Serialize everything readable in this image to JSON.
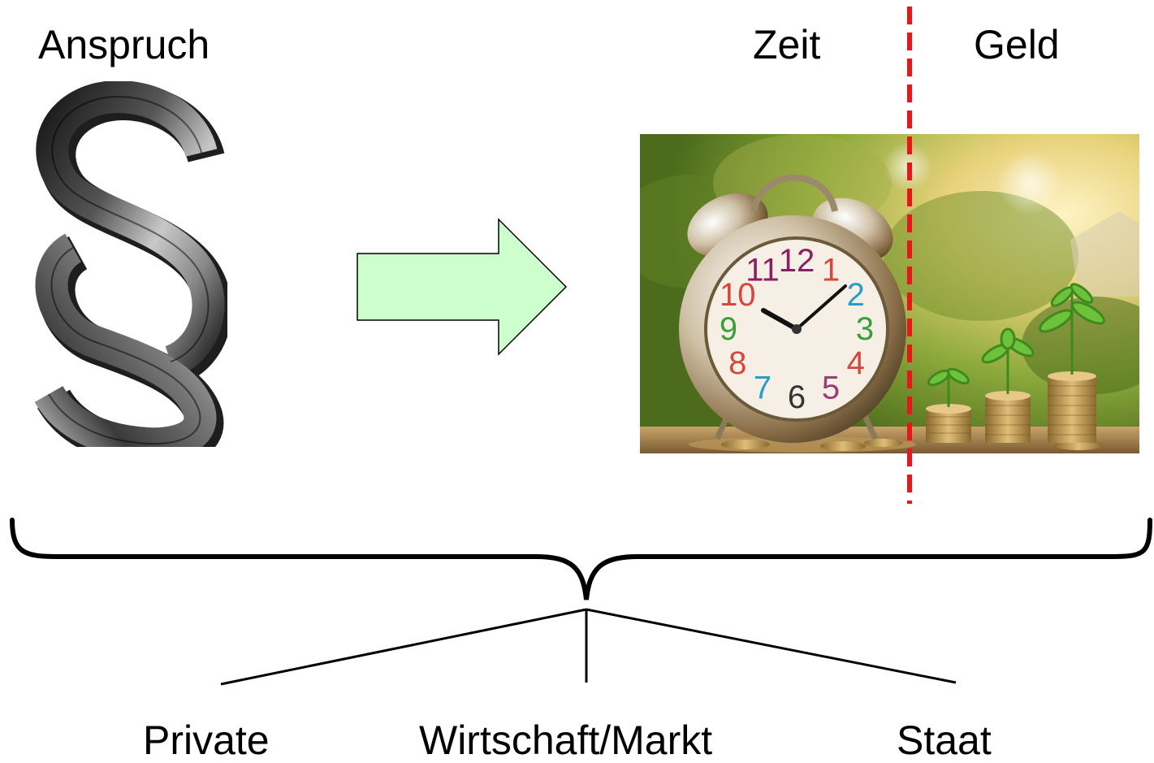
{
  "labels": {
    "anspruch": "Anspruch",
    "zeit": "Zeit",
    "geld": "Geld",
    "private": "Private",
    "wirtschaft": "Wirtschaft/Markt",
    "staat": "Staat"
  },
  "symbol": {
    "paragraph_icon": "paragraph-section-sign-icon"
  },
  "clock_face": {
    "numerals": [
      "12",
      "1",
      "2",
      "3",
      "4",
      "5",
      "6",
      "7",
      "8",
      "9",
      "10",
      "11"
    ],
    "colors": [
      "#8a1f62",
      "#d4473a",
      "#2a9cc8",
      "#3c9e3b",
      "#d4473a",
      "#9b3d7a",
      "#333333",
      "#2a9cc8",
      "#d4473a",
      "#3c9e3b",
      "#d4473a",
      "#8a1f62"
    ]
  },
  "colors": {
    "arrow_fill": "#ccffcc",
    "divider": "#e8161b",
    "brace": "#000000"
  }
}
